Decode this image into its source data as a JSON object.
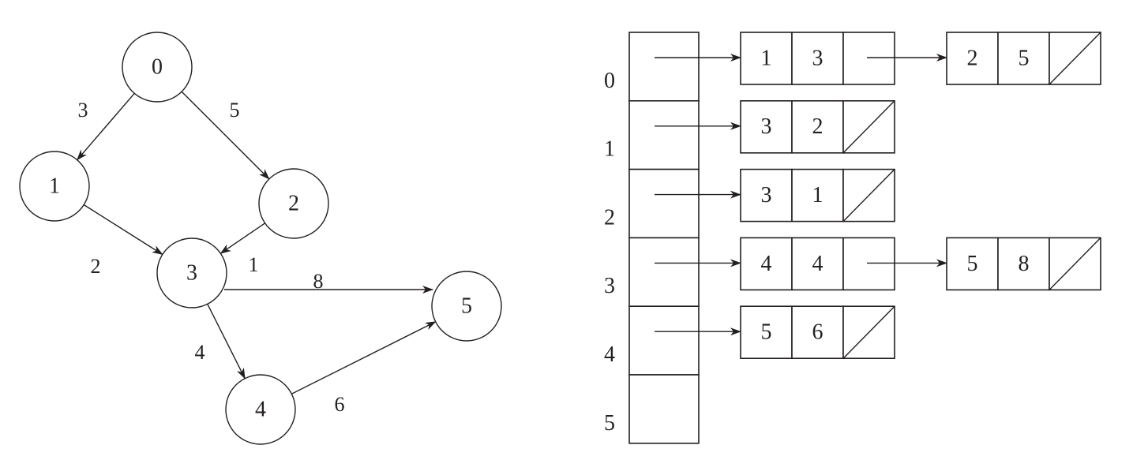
{
  "graph": {
    "type": "directed-weighted-graph",
    "nodes": [
      {
        "id": 0,
        "label": "0"
      },
      {
        "id": 1,
        "label": "1"
      },
      {
        "id": 2,
        "label": "2"
      },
      {
        "id": 3,
        "label": "3"
      },
      {
        "id": 4,
        "label": "4"
      },
      {
        "id": 5,
        "label": "5"
      }
    ],
    "edges": [
      {
        "from": 0,
        "to": 1,
        "weight": "3"
      },
      {
        "from": 0,
        "to": 2,
        "weight": "5"
      },
      {
        "from": 1,
        "to": 3,
        "weight": "2"
      },
      {
        "from": 2,
        "to": 3,
        "weight": "1"
      },
      {
        "from": 3,
        "to": 5,
        "weight": "8"
      },
      {
        "from": 3,
        "to": 4,
        "weight": "4"
      },
      {
        "from": 4,
        "to": 5,
        "weight": "6"
      }
    ]
  },
  "adjacency_list": {
    "vertices": [
      {
        "index": "0",
        "nodes": [
          {
            "vertex": "1",
            "weight": "3"
          },
          {
            "vertex": "2",
            "weight": "5"
          }
        ]
      },
      {
        "index": "1",
        "nodes": [
          {
            "vertex": "3",
            "weight": "2"
          }
        ]
      },
      {
        "index": "2",
        "nodes": [
          {
            "vertex": "3",
            "weight": "1"
          }
        ]
      },
      {
        "index": "3",
        "nodes": [
          {
            "vertex": "4",
            "weight": "4"
          },
          {
            "vertex": "5",
            "weight": "8"
          }
        ]
      },
      {
        "index": "4",
        "nodes": [
          {
            "vertex": "5",
            "weight": "6"
          }
        ]
      },
      {
        "index": "5",
        "nodes": []
      }
    ]
  },
  "colors": {
    "ink": "#231f20",
    "background": "#ffffff"
  }
}
